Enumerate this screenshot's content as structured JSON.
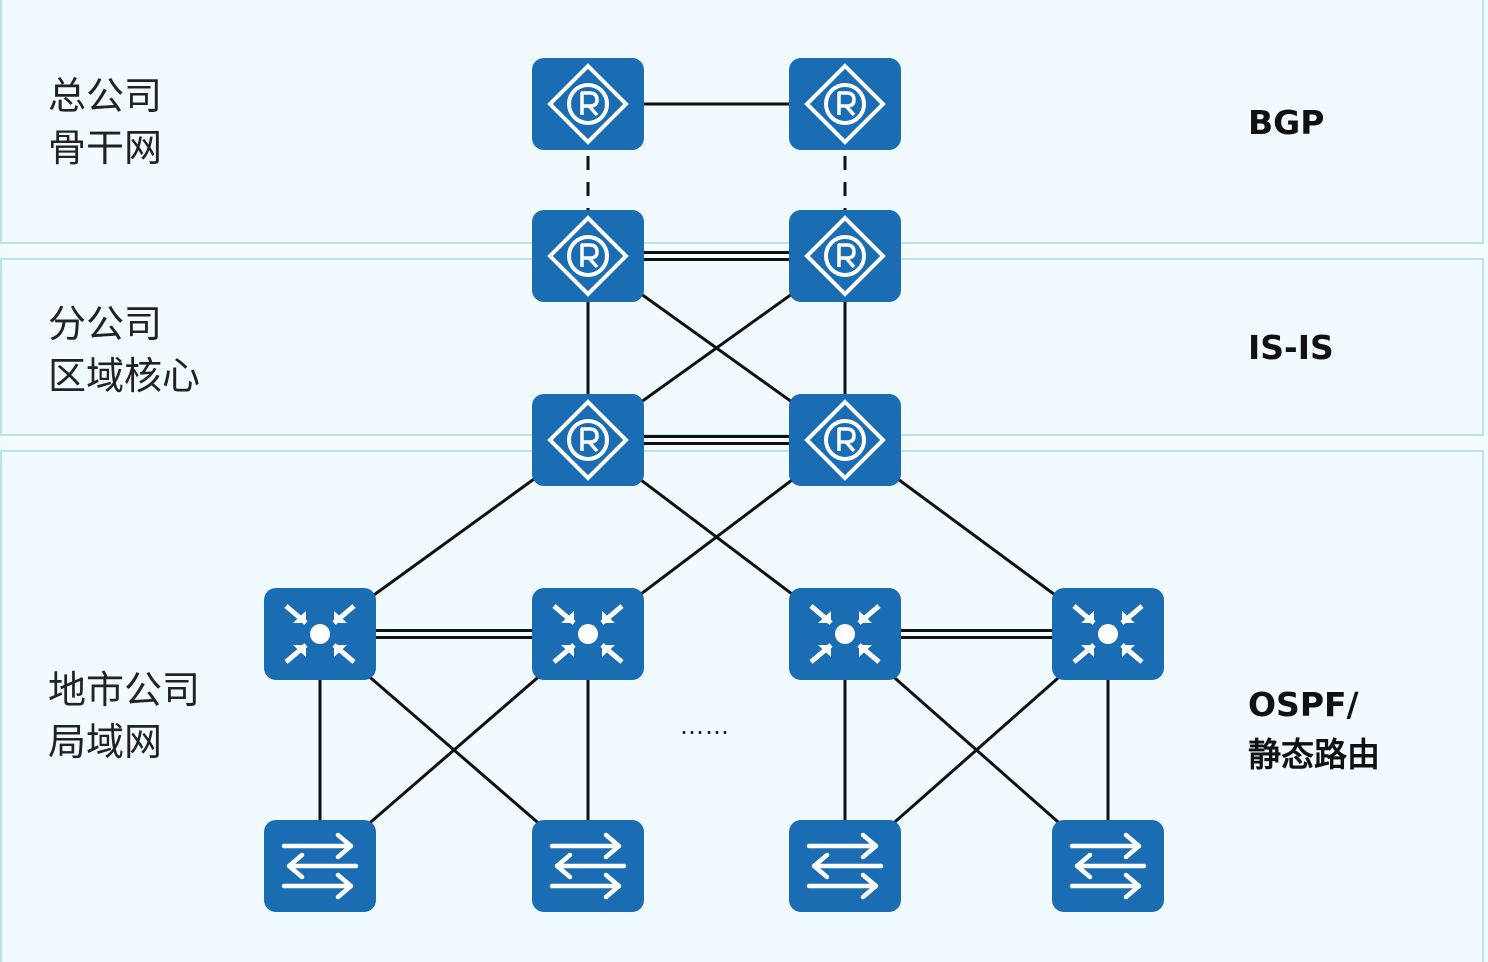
{
  "layers": [
    {
      "id": "hq",
      "name": "总公司\n骨干网",
      "protocol": "BGP"
    },
    {
      "id": "branch",
      "name": "分公司\n区域核心",
      "protocol": "IS-IS"
    },
    {
      "id": "city",
      "name": "地市公司\n局域网",
      "protocol": "OSPF/\n静态路由"
    }
  ],
  "ellipsis": "……",
  "colors": {
    "device": "#1a6db3",
    "line": "#111111",
    "band_border": "#b9e3ef",
    "band_fill": "#f1fafe"
  },
  "devices": [
    {
      "id": "hq-router-1",
      "type": "router-icon"
    },
    {
      "id": "hq-router-2",
      "type": "router-icon"
    },
    {
      "id": "branch-router-1",
      "type": "router-icon"
    },
    {
      "id": "branch-router-2",
      "type": "router-icon"
    },
    {
      "id": "branch-router-3",
      "type": "router-icon"
    },
    {
      "id": "branch-router-4",
      "type": "router-icon"
    },
    {
      "id": "core-switch-1",
      "type": "l3-switch-icon"
    },
    {
      "id": "core-switch-2",
      "type": "l3-switch-icon"
    },
    {
      "id": "core-switch-3",
      "type": "l3-switch-icon"
    },
    {
      "id": "core-switch-4",
      "type": "l3-switch-icon"
    },
    {
      "id": "access-switch-1",
      "type": "switch-icon"
    },
    {
      "id": "access-switch-2",
      "type": "switch-icon"
    },
    {
      "id": "access-switch-3",
      "type": "switch-icon"
    },
    {
      "id": "access-switch-4",
      "type": "switch-icon"
    }
  ],
  "links": [
    {
      "from": "hq-router-1",
      "to": "hq-router-2",
      "style": "solid"
    },
    {
      "from": "hq-router-1",
      "to": "branch-router-1",
      "style": "dashed"
    },
    {
      "from": "hq-router-2",
      "to": "branch-router-2",
      "style": "dashed"
    },
    {
      "from": "branch-router-1",
      "to": "branch-router-2",
      "style": "double"
    },
    {
      "from": "branch-router-3",
      "to": "branch-router-4",
      "style": "double"
    },
    {
      "from": "branch-router-1",
      "to": "branch-router-3",
      "style": "solid"
    },
    {
      "from": "branch-router-2",
      "to": "branch-router-4",
      "style": "solid"
    },
    {
      "from": "branch-router-1",
      "to": "branch-router-4",
      "style": "solid"
    },
    {
      "from": "branch-router-2",
      "to": "branch-router-3",
      "style": "solid"
    },
    {
      "from": "branch-router-3",
      "to": "core-switch-1",
      "style": "solid"
    },
    {
      "from": "branch-router-3",
      "to": "core-switch-3",
      "style": "solid"
    },
    {
      "from": "branch-router-4",
      "to": "core-switch-2",
      "style": "solid"
    },
    {
      "from": "branch-router-4",
      "to": "core-switch-4",
      "style": "solid"
    },
    {
      "from": "core-switch-1",
      "to": "core-switch-2",
      "style": "double"
    },
    {
      "from": "core-switch-3",
      "to": "core-switch-4",
      "style": "double"
    },
    {
      "from": "core-switch-1",
      "to": "access-switch-1",
      "style": "solid"
    },
    {
      "from": "core-switch-1",
      "to": "access-switch-2",
      "style": "solid"
    },
    {
      "from": "core-switch-2",
      "to": "access-switch-1",
      "style": "solid"
    },
    {
      "from": "core-switch-2",
      "to": "access-switch-2",
      "style": "solid"
    },
    {
      "from": "core-switch-3",
      "to": "access-switch-3",
      "style": "solid"
    },
    {
      "from": "core-switch-3",
      "to": "access-switch-4",
      "style": "solid"
    },
    {
      "from": "core-switch-4",
      "to": "access-switch-3",
      "style": "solid"
    },
    {
      "from": "core-switch-4",
      "to": "access-switch-4",
      "style": "solid"
    }
  ]
}
